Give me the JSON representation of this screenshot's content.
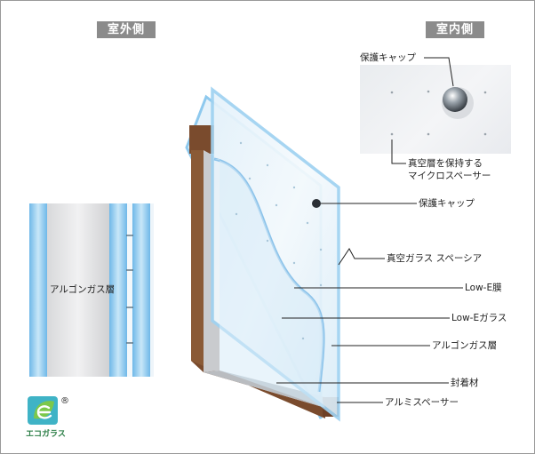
{
  "headers": {
    "outdoor": "室外側",
    "indoor": "室内側"
  },
  "cross_section": {
    "argon_label": "アルゴンガス層"
  },
  "labels": {
    "cap_top": "保護キャップ",
    "microspacer_line1": "真空層を保持する",
    "microspacer_line2": "マイクロスペーサー",
    "cap": "保護キャップ",
    "vacuum": "真空ガラス スペーシア",
    "lowe_film": "Low-E膜",
    "lowe_glass": "Low-Eガラス",
    "argon": "アルゴンガス層",
    "sealant": "封着材",
    "alu_spacer": "アルミスペーサー"
  },
  "logo": {
    "text": "エコガラス",
    "mark": "®"
  },
  "colors": {
    "header_bg": "#8b8b8b",
    "glass_blue": "#8ec9ee",
    "frame_brown": "#7a4b2d",
    "logo_green": "#2a7d45",
    "logo_teal": "#3fb3c6"
  }
}
